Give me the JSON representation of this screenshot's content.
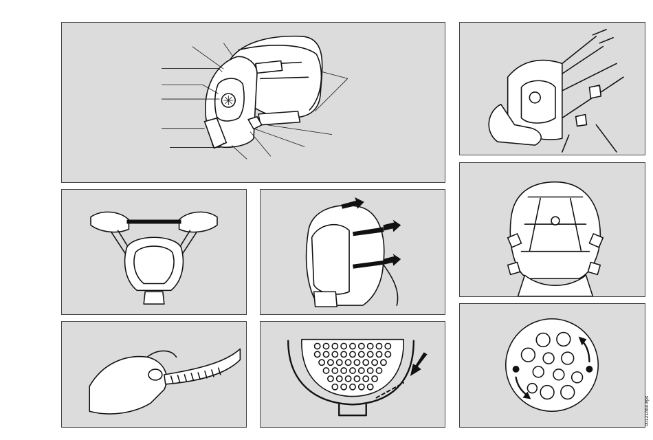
{
  "figure": {
    "file_id": "00121664.eps"
  },
  "panels": [
    {
      "id": "mask-side-view"
    },
    {
      "id": "strap-loosen-back"
    },
    {
      "id": "mask-stretch-front"
    },
    {
      "id": "head-straps-tighten"
    },
    {
      "id": "head-harness-rear"
    },
    {
      "id": "strap-buckle-hand"
    },
    {
      "id": "filter-disc-cross-section"
    },
    {
      "id": "valve-disc-rotate"
    }
  ]
}
